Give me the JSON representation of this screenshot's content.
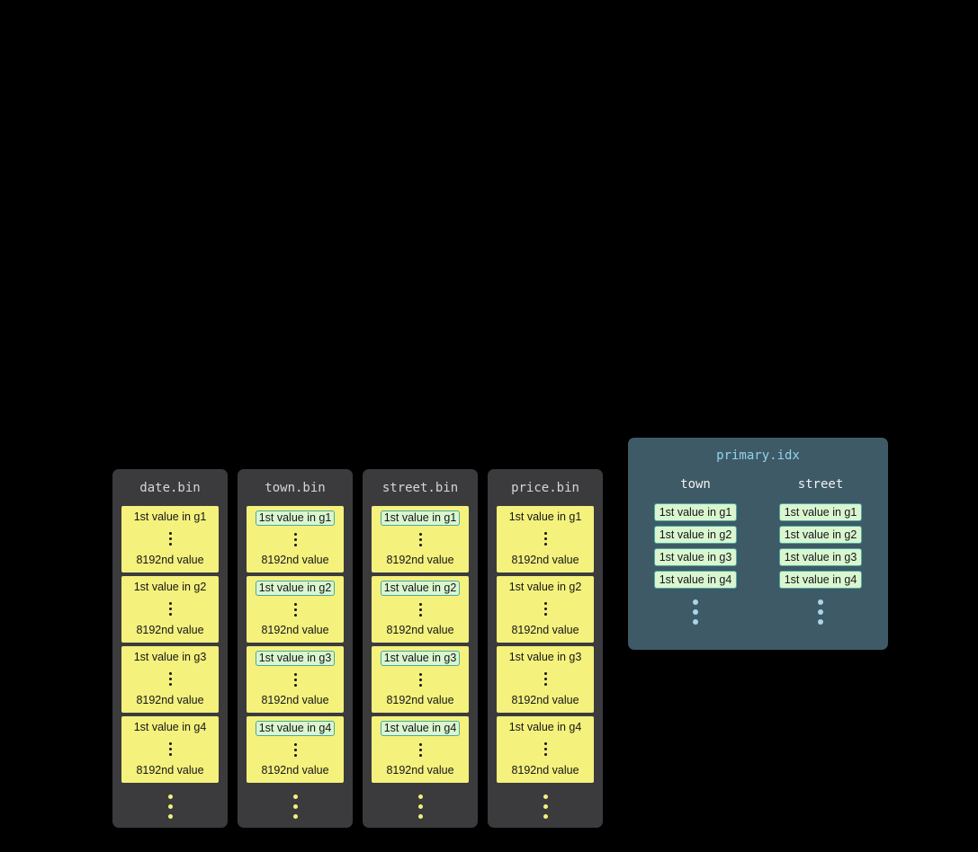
{
  "colors": {
    "background": "#000000",
    "bin_bg": "#3b3b3e",
    "bin_title": "#d6d6d6",
    "block_bg": "#f4f17c",
    "block_text": "#16161a",
    "highlight_bg": "#d9f6cf",
    "highlight_border": "#4aa9a2",
    "idx_bg": "#3e5a67",
    "idx_title": "#93d2ec",
    "idx_header": "#f2f2f2",
    "idx_dot": "#a9d6e8"
  },
  "bins": [
    {
      "title": "date.bin",
      "highlight": false,
      "groups": [
        {
          "first": "1st value in g1",
          "last": "8192nd value"
        },
        {
          "first": "1st value in g2",
          "last": "8192nd value"
        },
        {
          "first": "1st value in g3",
          "last": "8192nd value"
        },
        {
          "first": "1st value in g4",
          "last": "8192nd value"
        }
      ]
    },
    {
      "title": "town.bin",
      "highlight": true,
      "groups": [
        {
          "first": "1st value in g1",
          "last": "8192nd value"
        },
        {
          "first": "1st value in g2",
          "last": "8192nd value"
        },
        {
          "first": "1st value in g3",
          "last": "8192nd value"
        },
        {
          "first": "1st value in g4",
          "last": "8192nd value"
        }
      ]
    },
    {
      "title": "street.bin",
      "highlight": true,
      "groups": [
        {
          "first": "1st value in g1",
          "last": "8192nd value"
        },
        {
          "first": "1st value in g2",
          "last": "8192nd value"
        },
        {
          "first": "1st value in g3",
          "last": "8192nd value"
        },
        {
          "first": "1st value in g4",
          "last": "8192nd value"
        }
      ]
    },
    {
      "title": "price.bin",
      "highlight": false,
      "groups": [
        {
          "first": "1st value in g1",
          "last": "8192nd value"
        },
        {
          "first": "1st value in g2",
          "last": "8192nd value"
        },
        {
          "first": "1st value in g3",
          "last": "8192nd value"
        },
        {
          "first": "1st value in g4",
          "last": "8192nd value"
        }
      ]
    }
  ],
  "index": {
    "title": "primary.idx",
    "columns": [
      {
        "header": "town",
        "entries": [
          "1st value in g1",
          "1st value in g2",
          "1st value in g3",
          "1st value in g4"
        ]
      },
      {
        "header": "street",
        "entries": [
          "1st value in g1",
          "1st value in g2",
          "1st value in g3",
          "1st value in g4"
        ]
      }
    ]
  }
}
